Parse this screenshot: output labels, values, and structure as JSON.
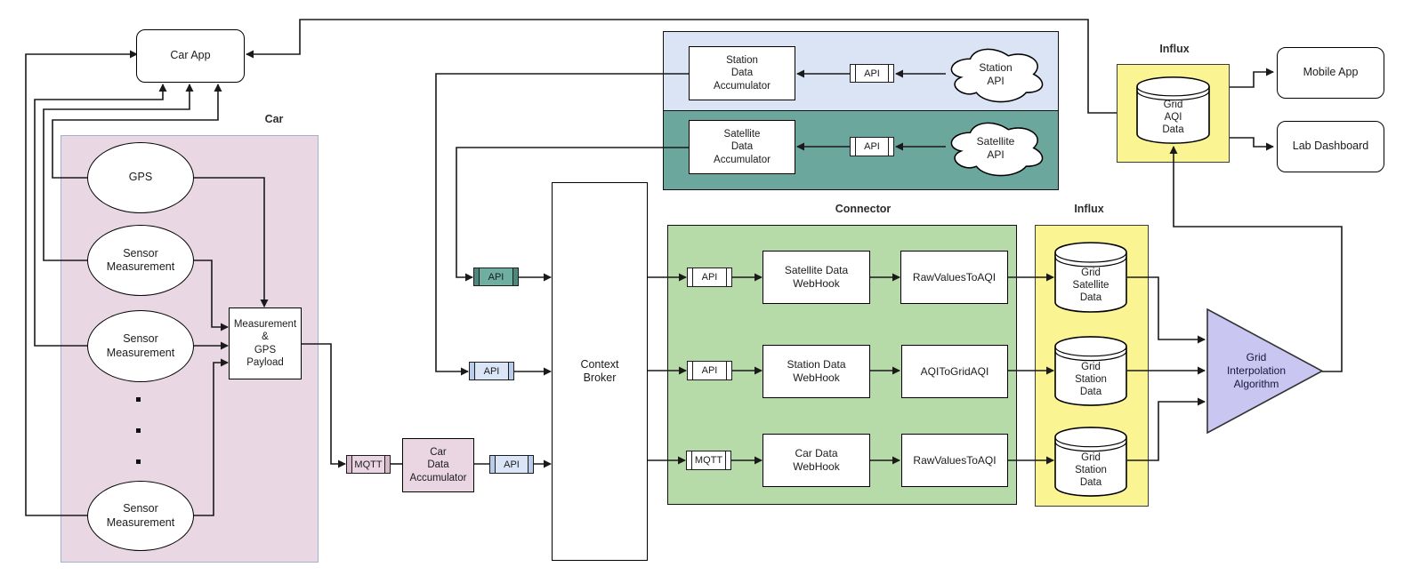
{
  "groups": {
    "car": "Car",
    "connector": "Connector",
    "influx_mid": "Influx",
    "influx_top": "Influx"
  },
  "nodes": {
    "car_app": "Car App",
    "gps": "GPS",
    "sensor_1": "Sensor\nMeasurement",
    "sensor_2": "Sensor\nMeasurement",
    "sensor_3": "Sensor\nMeasurement",
    "payload": "Measurement\n&\nGPS\nPayload",
    "mqtt_car": "MQTT",
    "car_accumulator": "Car\nData\nAccumulator",
    "api_car": "API",
    "api_satellite_in": "API",
    "api_station_in": "API",
    "context_broker": "Context\nBroker",
    "station_accumulator": "Station\nData\nAccumulator",
    "satellite_accumulator": "Satellite\nData\nAccumulator",
    "api_station_band": "API",
    "api_satellite_band": "API",
    "station_cloud": "Station\nAPI",
    "satellite_cloud": "Satellite\nAPI",
    "api_row1": "API",
    "api_row2": "API",
    "mqtt_row3": "MQTT",
    "satellite_webhook": "Satellite Data\nWebHook",
    "station_webhook": "Station Data\nWebHook",
    "car_webhook": "Car Data\nWebHook",
    "raw_values_to_aqi_1": "RawValuesToAQI",
    "aqi_to_grid_aqi": "AQIToGridAQI",
    "raw_values_to_aqi_3": "RawValuesToAQI",
    "grid_satellite_db": "Grid\nSatellite\nData",
    "grid_station_db_1": "Grid\nStation\nData",
    "grid_station_db_2": "Grid\nStation\nData",
    "grid_aqi_db": "Grid\nAQI\nData",
    "grid_interpolation": "Grid\nInterpolation\nAlgorithm",
    "mobile_app": "Mobile App",
    "lab_dashboard": "Lab Dashboard"
  },
  "colors": {
    "car_region_fill": "#E9D8E3",
    "car_region_border": "#A0B2CE",
    "station_band_fill": "#DAE4F5",
    "satellite_band_fill": "#6CA79D",
    "connector_fill": "#B7DBA8",
    "influx_fill": "#FBF493",
    "triangle_fill": "#C9C7F2",
    "pink_pipe_fill": "#EAD6E2",
    "pink_pipe_cap": "#D8B9CB",
    "blue_pipe_fill": "#DAE6F8",
    "blue_pipe_cap": "#B9CCEA",
    "teal_pipe_fill": "#6FAFA2",
    "teal_pipe_cap": "#4E877B",
    "edge_color": "#1a1a1a"
  }
}
